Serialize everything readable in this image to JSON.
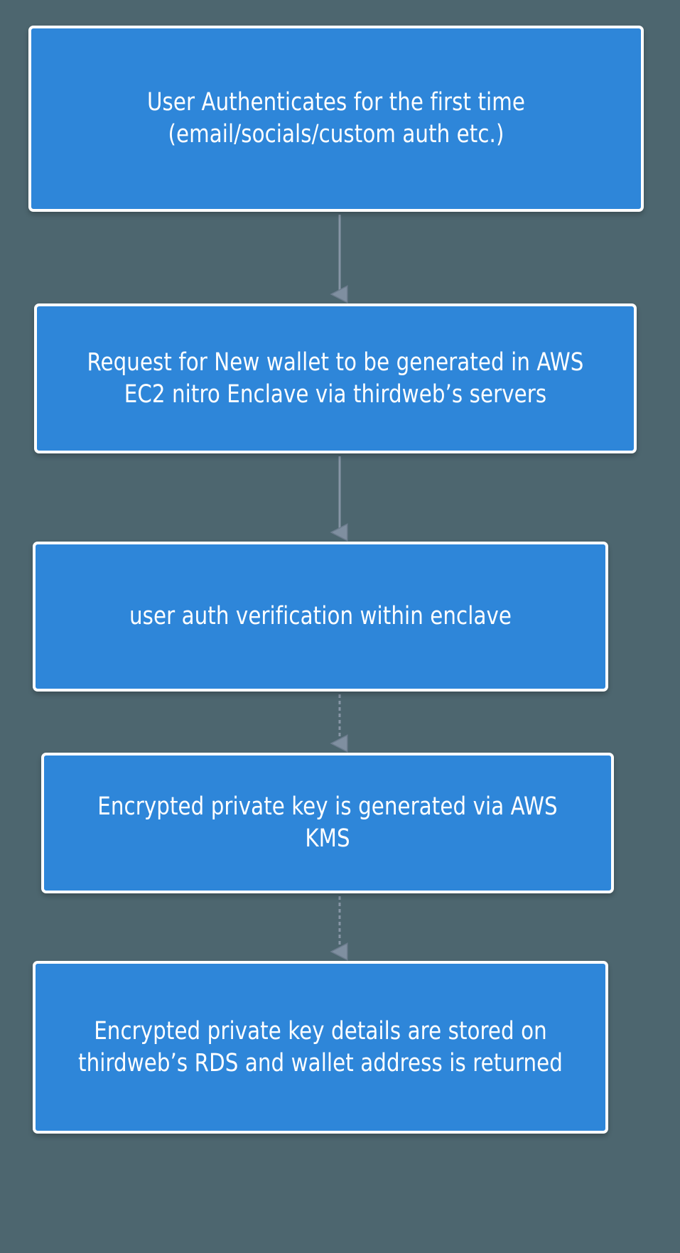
{
  "diagram": {
    "type": "flowchart",
    "orientation": "top-to-bottom",
    "title": "",
    "background_color": "#4d666f",
    "node_fill_color": "#2e86d9",
    "node_border_color": "#ffffff",
    "node_text_color": "#ffffff",
    "connector_color": "#7f8fa0",
    "nodes": [
      {
        "id": "node-0",
        "label": "User Authenticates for the first time\n(email/socials/custom auth etc.)",
        "shape": "rounded-rectangle"
      },
      {
        "id": "node-1",
        "label": "Request for New wallet to be generated in AWS EC2 nitro Enclave via thirdweb’s servers",
        "shape": "rounded-rectangle"
      },
      {
        "id": "node-2",
        "label": "user auth verification within enclave",
        "shape": "rounded-rectangle"
      },
      {
        "id": "node-3",
        "label": "Encrypted private key is generated via AWS KMS",
        "shape": "rounded-rectangle"
      },
      {
        "id": "node-4",
        "label": "Encrypted private key details are stored on thirdweb’s RDS and wallet address is returned",
        "shape": "rounded-rectangle"
      }
    ],
    "edges": [
      {
        "id": "edge-0",
        "from": "node-0",
        "to": "node-1",
        "label": "",
        "arrow": "down"
      },
      {
        "id": "edge-1",
        "from": "node-1",
        "to": "node-2",
        "label": "",
        "arrow": "down"
      },
      {
        "id": "edge-2",
        "from": "node-2",
        "to": "node-3",
        "label": "",
        "arrow": "down"
      },
      {
        "id": "edge-3",
        "from": "node-3",
        "to": "node-4",
        "label": "",
        "arrow": "down"
      }
    ]
  }
}
